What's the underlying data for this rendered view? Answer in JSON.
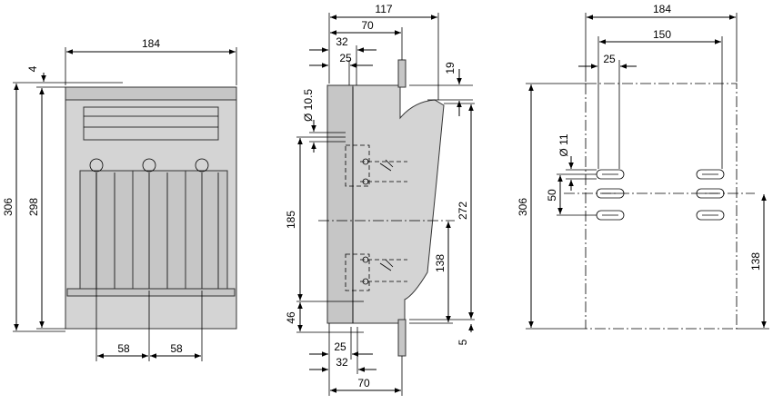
{
  "front_view": {
    "width_label": "184",
    "top_offset_label": "4",
    "height_outer_label": "306",
    "height_inner_label": "298",
    "pitch_left_label": "58",
    "pitch_right_label": "58"
  },
  "side_view": {
    "depth_label": "117",
    "d70_top_label": "70",
    "d32_top_label": "32",
    "d25_top_label": "25",
    "d19_label": "19",
    "hole_label": "Ø 10.5",
    "d272_label": "272",
    "d185_label": "185",
    "d138_label": "138",
    "d46_label": "46",
    "d5_label": "5",
    "d25_bottom_label": "25",
    "d32_bottom_label": "32",
    "d70_bottom_label": "70"
  },
  "mounting_view": {
    "width_label": "184",
    "d150_label": "150",
    "d25_label": "25",
    "hole_label": "Ø 11",
    "d50_label": "50",
    "height_label": "306",
    "d138_label": "138"
  }
}
